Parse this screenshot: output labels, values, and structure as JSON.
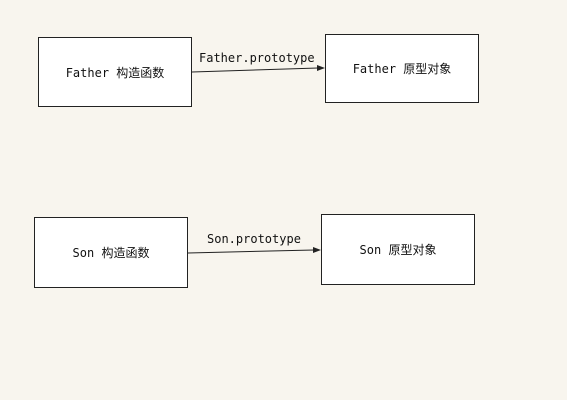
{
  "nodes": {
    "father_constructor": "Father 构造函数",
    "father_prototype": "Father 原型对象",
    "son_constructor": "Son 构造函数",
    "son_prototype": "Son 原型对象"
  },
  "edges": {
    "father_link": "Father.prototype",
    "son_link": "Son.prototype"
  },
  "colors": {
    "background": "#f8f5ee",
    "box_fill": "#ffffff",
    "stroke": "#222222"
  }
}
